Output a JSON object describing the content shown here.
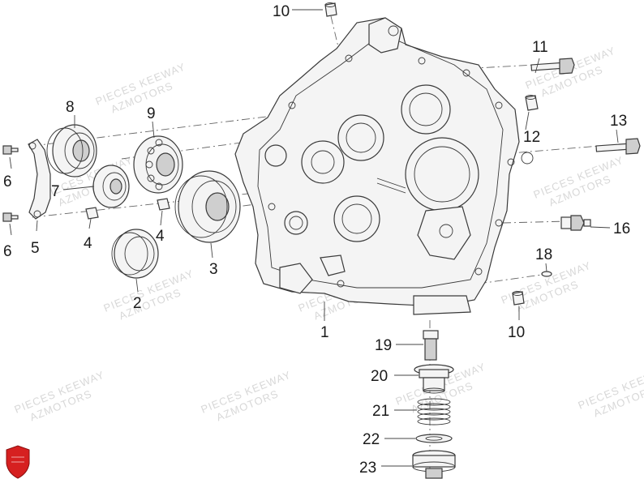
{
  "callouts": {
    "c1": "1",
    "c2": "2",
    "c3": "3",
    "c4a": "4",
    "c4b": "4",
    "c5": "5",
    "c6a": "6",
    "c6b": "6",
    "c7": "7",
    "c8": "8",
    "c9": "9",
    "c10a": "10",
    "c10b": "10",
    "c11": "11",
    "c12": "12",
    "c13": "13",
    "c16": "16",
    "c18": "18",
    "c19": "19",
    "c20": "20",
    "c21": "21",
    "c22": "22",
    "c23": "23"
  },
  "watermark": {
    "line1": "PIECES KEEWAY",
    "line2": "AZMOTORS"
  },
  "colors": {
    "logo_red": "#d62020",
    "ink": "#1a1a1a",
    "watermark": "#d8d8d8"
  }
}
